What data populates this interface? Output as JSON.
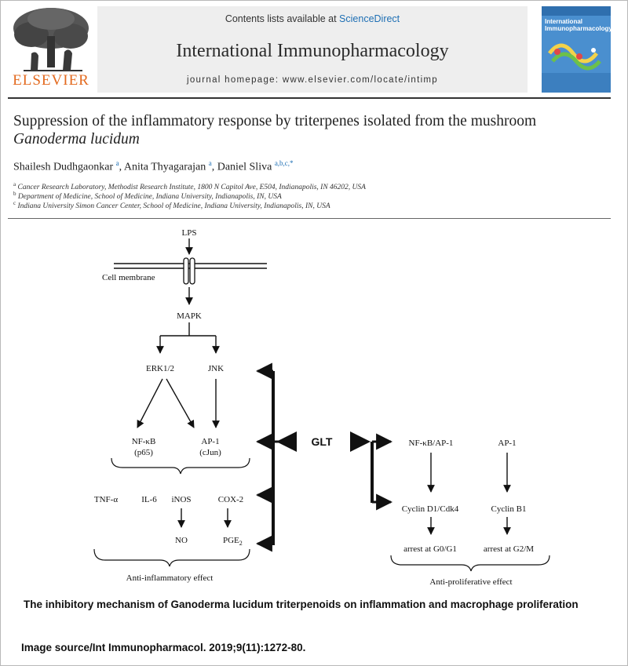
{
  "journal": {
    "publisher": "ELSEVIER",
    "contents_prefix": "Contents lists available at ",
    "contents_link": "ScienceDirect",
    "title": "International Immunopharmacology",
    "homepage": "journal homepage: www.elsevier.com/locate/intimp",
    "cover_title": "International Immunopharmacology"
  },
  "article": {
    "title_main": "Suppression of the inflammatory response by triterpenes isolated from the mushroom ",
    "title_italic": "Ganoderma lucidum",
    "authors": [
      {
        "name": "Shailesh Dudhgaonkar",
        "sup": "a"
      },
      {
        "name": "Anita Thyagarajan",
        "sup": "a"
      },
      {
        "name": "Daniel Sliva",
        "sup": "a,b,c,*"
      }
    ],
    "affiliations": [
      {
        "mark": "a",
        "text": "Cancer Research Laboratory, Methodist Research Institute, 1800 N Capitol Ave, E504, Indianapolis, IN 46202, USA"
      },
      {
        "mark": "b",
        "text": "Department of Medicine, School of Medicine, Indiana University, Indianapolis, IN, USA"
      },
      {
        "mark": "c",
        "text": "Indiana University Simon Cancer Center, School of Medicine, Indiana University, Indianapolis, IN, USA"
      }
    ]
  },
  "diagram": {
    "lps": "LPS",
    "cell_membrane": "Cell membrane",
    "mapk": "MAPK",
    "erk": "ERK1/2",
    "jnk": "JNK",
    "nfkb": "NF-κB",
    "p65": "(p65)",
    "ap1": "AP-1",
    "cjun": "(cJun)",
    "tnf": "TNF-α",
    "il6": "IL-6",
    "inos": "iNOS",
    "cox2": "COX-2",
    "no": "NO",
    "pge": "PGE",
    "pge_sub": "2",
    "anti_inflammatory": "Anti-inflammatory effect",
    "glt": "GLT",
    "nfkb_ap1": "NF-κB/AP-1",
    "ap1_right": "AP-1",
    "cyclin_d1": "Cyclin D1/Cdk4",
    "cyclin_b1": "Cyclin B1",
    "arrest_g0g1": "arrest at G0/G1",
    "arrest_g2m": "arrest at G2/M",
    "anti_proliferative": "Anti-proliferative effect"
  },
  "caption": "The inhibitory mechanism of Ganoderma lucidum triterpenoids on inflammation and macrophage proliferation",
  "source": "Image source/Int Immunopharmacol. 2019;9(11):1272-80."
}
